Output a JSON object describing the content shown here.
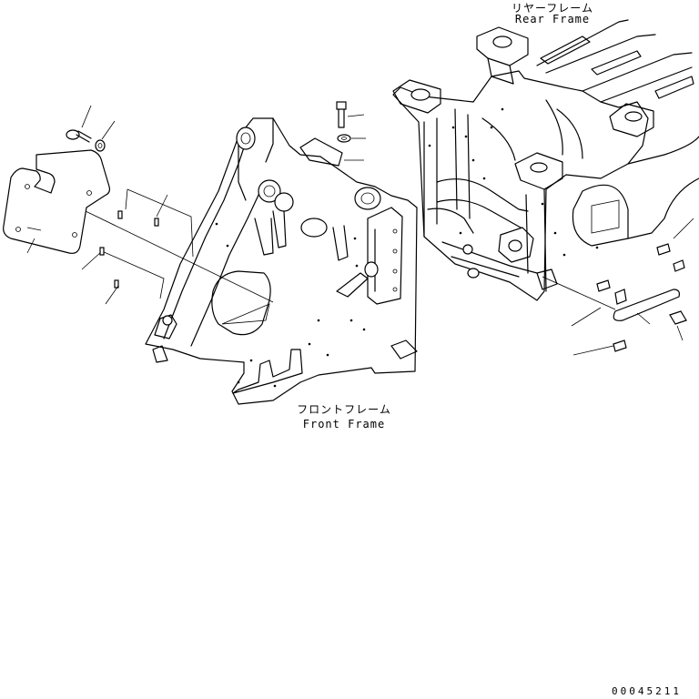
{
  "labels": {
    "rear_frame_jp": "リヤーフレーム",
    "rear_frame_en": "Rear Frame",
    "front_frame_jp": "フロントフレーム",
    "front_frame_en": "Front Frame",
    "drawing_code": "00045211"
  },
  "colors": {
    "line": "#000000",
    "background": "#ffffff"
  }
}
